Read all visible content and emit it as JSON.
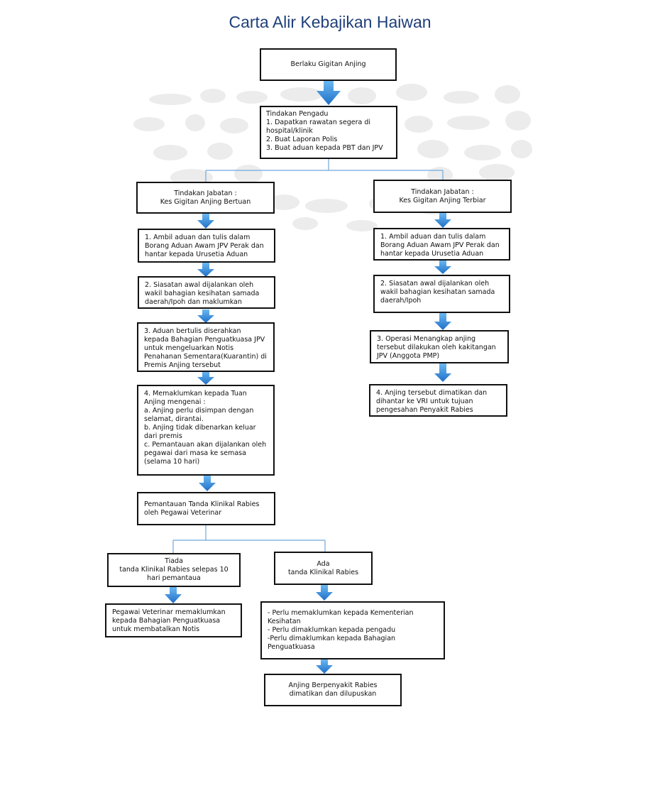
{
  "title": "Carta Alir Kebajikan Haiwan",
  "colors": {
    "title": "#1f3f7a",
    "arrow_dark": "#1f6fc7",
    "arrow_light": "#6ab8f2",
    "connector": "#6fa8dc"
  },
  "nodes": {
    "start": "Berlaku Gigitan Anjing",
    "complainant": "Tindakan Pengadu\n1.   Dapatkan rawatan segera di hospital/klinik\n2.   Buat Laporan Polis\n3.   Buat aduan kepada PBT dan JPV",
    "left_head": "Tindakan  Jabatan :\nKes Gigitan Anjing  Bertuan",
    "right_head": "Tindakan Jabatan :\nKes Gigitan Anjing Terbiar",
    "left_1": "1.  Ambil aduan dan tulis dalam Borang Aduan Awam JPV Perak  dan hantar kepada Urusetia Aduan",
    "left_2": "2.   Siasatan  awal dijalankan oleh wakil  bahagian kesihatan samada daerah/Ipoh  dan maklumkan",
    "left_3": "3.   Aduan bertulis diserahkan kepada  Bahagian Penguatkuasa JPV untuk mengeluarkan Notis Penahanan Sementara(Kuarantin) di Premis  Anjing tersebut",
    "left_4": "4.   Memaklumkan kepada Tuan Anjing mengenai :\na. Anjing perlu disimpan dengan selamat, dirantai.\nb. Anjing tidak dibenarkan  keluar dari premis\nc. Pemantauan akan dijalankan oleh pegawai dari masa ke semasa (selama 10 hari)",
    "right_1": "1.  Ambil aduan dan tulis dalam Borang Aduan Awam JPV Perak  dan hantar kepada Urusetia Aduan",
    "right_2": "2.   Siasatan  awal dijalankan oleh wakil  bahagian kesihatan samada daerah/Ipoh",
    "right_3": "3.   Operasi Menangkap anjing tersebut dilakukan oleh  kakitangan JPV (Anggota PMP)",
    "right_4": "4.   Anjing tersebut dimatikan dan dihantar ke VRI untuk tujuan pengesahan Penyakit Rabies",
    "monitor": "Pemantauan Tanda Klinikal Rabies oleh Pegawai Veterinar",
    "no_signs": "Tiada\ntanda Klinikal Rabies selepas 10 hari pemantaua",
    "no_signs_action": "Pegawai Veterinar memaklumkan kepada Bahagian Penguatkuasa untuk membatalkan Notis",
    "signs": "Ada\ntanda Klinikal Rabies",
    "signs_action": "- Perlu memaklumkan kepada Kementerian Kesihatan\n- Perlu dimaklumkan kepada pengadu\n-Perlu dimaklumkan kepada Bahagian Penguatkuasa",
    "final": "Anjing Berpenyakit Rabies\ndimatikan dan dilupuskan"
  }
}
